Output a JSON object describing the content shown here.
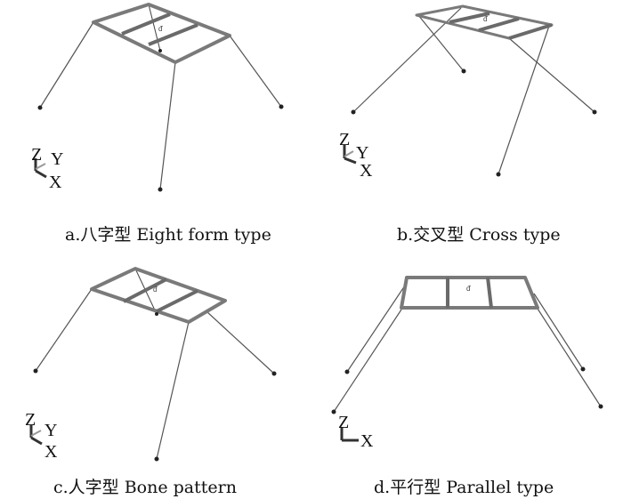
{
  "panels": [
    {
      "caption": "a.八字型  Eight form type",
      "axes": [
        "Z",
        "Y",
        "X"
      ]
    },
    {
      "caption": "b.交叉型 Cross type",
      "axes": [
        "Z",
        "Y",
        "X"
      ]
    },
    {
      "caption": "c.人字型 Bone pattern",
      "axes": [
        "Z",
        "Y",
        "X"
      ]
    },
    {
      "caption": "d.平行型 Parallel type",
      "axes": [
        "Z",
        "X"
      ]
    }
  ]
}
